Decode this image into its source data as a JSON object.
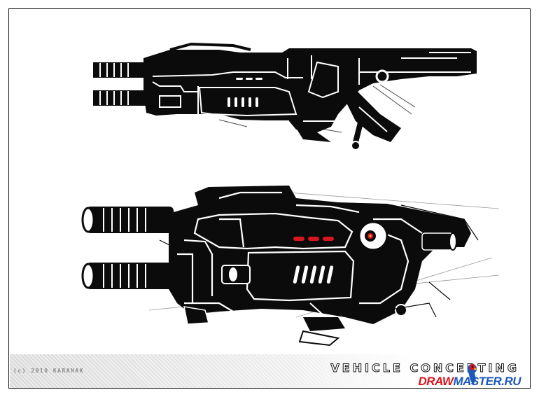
{
  "footer": {
    "copyright": "(c) 2010 KARANAK",
    "title": "VEHICLE CONCEPTING",
    "brand_part1": "DRAW",
    "brand_part2": "MASTER.RU"
  },
  "colors": {
    "ink": "#0b0b0b",
    "accent_red": "#d8161f",
    "brand_blue": "#1c59b8",
    "footer_gray": "#dcdcdc"
  }
}
